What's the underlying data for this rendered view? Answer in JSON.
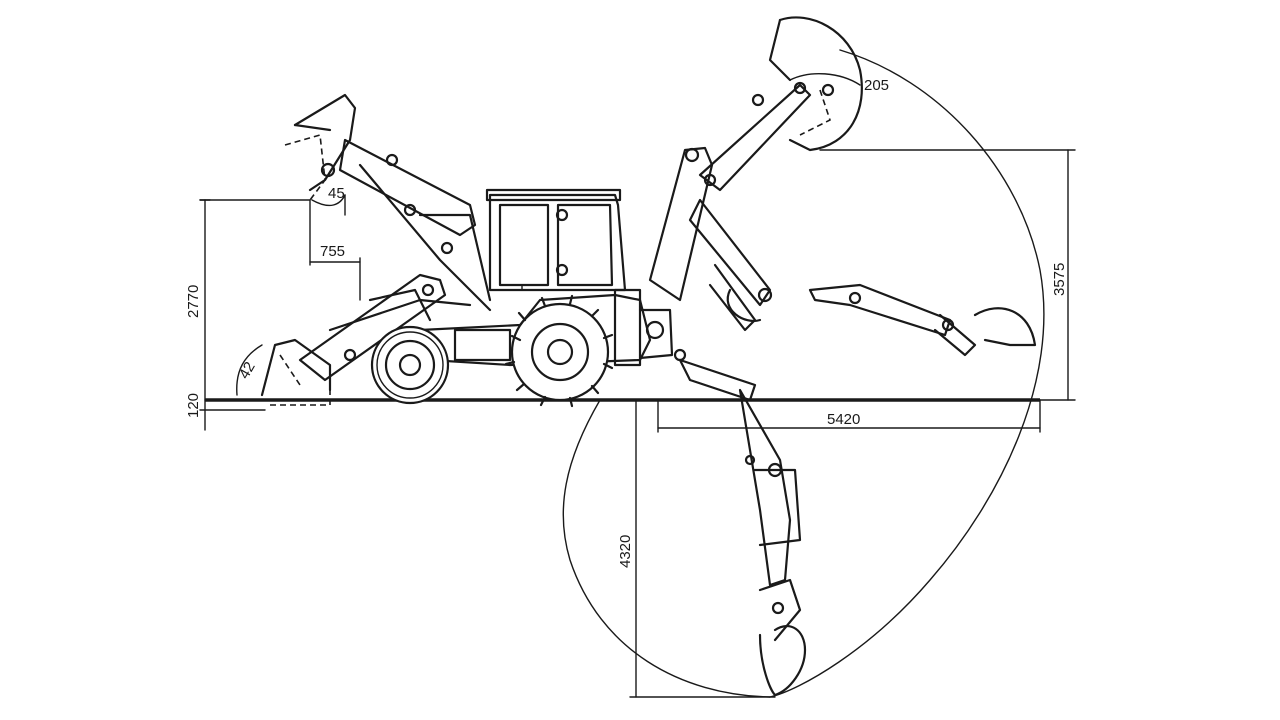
{
  "dimensions": {
    "loader_lift_height": "2770",
    "dig_depth_below_ground": "120",
    "loader_dump_reach": "755",
    "loader_dump_angle": "45",
    "loader_rollback_angle": "42",
    "backhoe_reach_from_swing": "5420",
    "backhoe_max_digging_depth": "4320",
    "backhoe_loading_height": "3575",
    "backhoe_bucket_rotation": "205"
  }
}
